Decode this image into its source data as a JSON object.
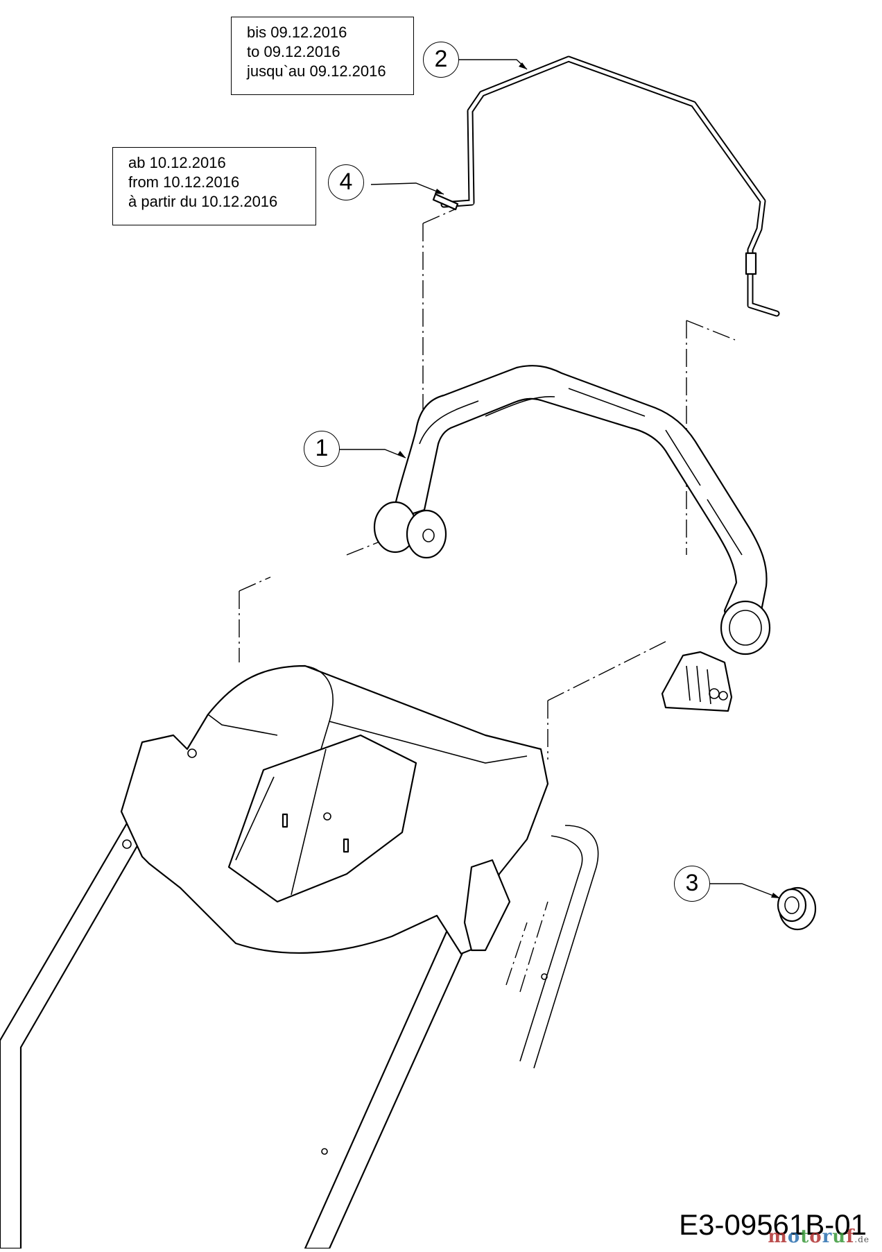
{
  "notes": {
    "until": [
      "bis 09.12.2016",
      "to 09.12.2016",
      "jusqu`au 09.12.2016"
    ],
    "from": [
      "ab 10.12.2016",
      "from 10.12.2016",
      "à partir du 10.12.2016"
    ]
  },
  "callouts": {
    "c1": "1",
    "c2": "2",
    "c3": "3",
    "c4": "4"
  },
  "parts": [
    {
      "ref": "1",
      "name": "upper-handle"
    },
    {
      "ref": "2",
      "name": "wire-handle-bar"
    },
    {
      "ref": "3",
      "name": "grommet"
    },
    {
      "ref": "4",
      "name": "wire-handle-bar-pin"
    }
  ],
  "drawing_code": "E3-09561B-01",
  "watermark": {
    "brand": "motoruf",
    "tld": ".de",
    "colors": [
      "#b03030",
      "#2a6fb0",
      "#3a9a3a"
    ]
  }
}
